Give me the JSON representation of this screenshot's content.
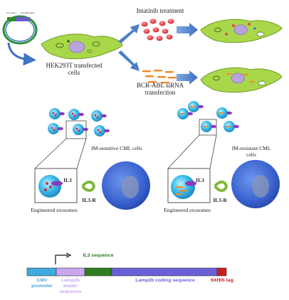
{
  "top": {
    "plasmid_labels": [
      "IL3 region",
      "Lamp2B region"
    ],
    "cell_label": "HEK293T transfected cells",
    "treatment_1": "Imatinib treatment",
    "treatment_2": "BCR-ABL siRNA transfection"
  },
  "middle": {
    "left_panel": {
      "target_cell_label": "IM-sensitive CML cells",
      "il3_label": "IL3",
      "il3r_label": "IL3-R",
      "exosome_label": "Engineered exosomes"
    },
    "right_panel": {
      "target_cell_label": "IM-resistant CML cells",
      "il3_label": "IL3",
      "il3r_label": "IL3-R",
      "exosome_label": "Engineered exosomes"
    }
  },
  "construct_map": {
    "segments": [
      {
        "name": "CMV promoter",
        "color": "#3fa9e0"
      },
      {
        "name": "Lamp2b leader sequence",
        "color": "#c9a6ee"
      },
      {
        "name": "IL3 sequence",
        "color": "#2e7d1f"
      },
      {
        "name": "Lamp2b coding sequence",
        "color": "#6c5ed6"
      },
      {
        "name": "6XHIS tag",
        "color": "#c81d1d"
      }
    ]
  },
  "colors": {
    "cell_green": "#a8d84a",
    "exosome_blue": "#37b8e8",
    "cml_blue": "#3a62cf",
    "drug_red": "#e34a50",
    "arrow_blue": "#4a7fc8"
  }
}
